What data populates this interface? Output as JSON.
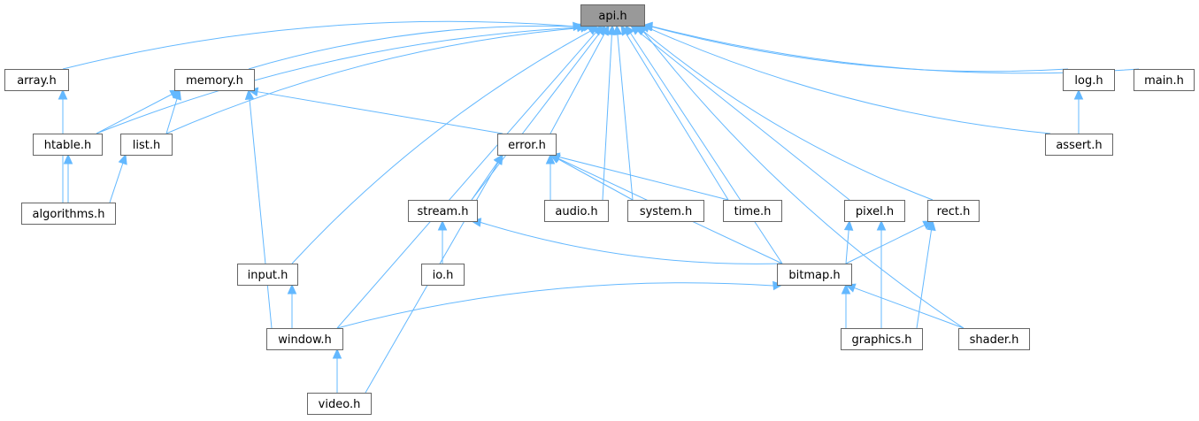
{
  "diagram": {
    "colors": {
      "edge": "#63b8ff",
      "node_border": "#666666",
      "root_fill": "#999999",
      "node_fill": "#ffffff",
      "text": "#000000"
    },
    "root": "api",
    "nodes": [
      {
        "id": "api",
        "label": "api.h"
      },
      {
        "id": "array",
        "label": "array.h"
      },
      {
        "id": "memory",
        "label": "memory.h"
      },
      {
        "id": "log",
        "label": "log.h"
      },
      {
        "id": "main",
        "label": "main.h"
      },
      {
        "id": "htable",
        "label": "htable.h"
      },
      {
        "id": "list",
        "label": "list.h"
      },
      {
        "id": "error",
        "label": "error.h"
      },
      {
        "id": "assert",
        "label": "assert.h"
      },
      {
        "id": "algorithms",
        "label": "algorithms.h"
      },
      {
        "id": "stream",
        "label": "stream.h"
      },
      {
        "id": "audio",
        "label": "audio.h"
      },
      {
        "id": "system",
        "label": "system.h"
      },
      {
        "id": "time",
        "label": "time.h"
      },
      {
        "id": "pixel",
        "label": "pixel.h"
      },
      {
        "id": "rect",
        "label": "rect.h"
      },
      {
        "id": "input",
        "label": "input.h"
      },
      {
        "id": "io",
        "label": "io.h"
      },
      {
        "id": "bitmap",
        "label": "bitmap.h"
      },
      {
        "id": "window",
        "label": "window.h"
      },
      {
        "id": "graphics",
        "label": "graphics.h"
      },
      {
        "id": "shader",
        "label": "shader.h"
      },
      {
        "id": "video",
        "label": "video.h"
      }
    ],
    "edges": [
      {
        "from": "array",
        "to": "api"
      },
      {
        "from": "htable",
        "to": "api"
      },
      {
        "from": "list",
        "to": "api"
      },
      {
        "from": "memory",
        "to": "api"
      },
      {
        "from": "input",
        "to": "api"
      },
      {
        "from": "window",
        "to": "api"
      },
      {
        "from": "stream",
        "to": "api"
      },
      {
        "from": "error",
        "to": "api"
      },
      {
        "from": "audio",
        "to": "api"
      },
      {
        "from": "system",
        "to": "api"
      },
      {
        "from": "time",
        "to": "api"
      },
      {
        "from": "bitmap",
        "to": "api"
      },
      {
        "from": "pixel",
        "to": "api"
      },
      {
        "from": "rect",
        "to": "api"
      },
      {
        "from": "shader",
        "to": "api"
      },
      {
        "from": "assert",
        "to": "api"
      },
      {
        "from": "log",
        "to": "api"
      },
      {
        "from": "main",
        "to": "api"
      },
      {
        "from": "htable",
        "to": "array"
      },
      {
        "from": "algorithms",
        "to": "array"
      },
      {
        "from": "htable",
        "to": "memory"
      },
      {
        "from": "list",
        "to": "memory"
      },
      {
        "from": "window",
        "to": "memory"
      },
      {
        "from": "error",
        "to": "memory"
      },
      {
        "from": "algorithms",
        "to": "htable"
      },
      {
        "from": "algorithms",
        "to": "list"
      },
      {
        "from": "assert",
        "to": "log"
      },
      {
        "from": "stream",
        "to": "error"
      },
      {
        "from": "audio",
        "to": "error"
      },
      {
        "from": "system",
        "to": "error"
      },
      {
        "from": "time",
        "to": "error"
      },
      {
        "from": "bitmap",
        "to": "error"
      },
      {
        "from": "video",
        "to": "error"
      },
      {
        "from": "io",
        "to": "stream"
      },
      {
        "from": "bitmap",
        "to": "stream"
      },
      {
        "from": "bitmap",
        "to": "pixel"
      },
      {
        "from": "graphics",
        "to": "pixel"
      },
      {
        "from": "bitmap",
        "to": "rect"
      },
      {
        "from": "graphics",
        "to": "rect"
      },
      {
        "from": "window",
        "to": "input"
      },
      {
        "from": "window",
        "to": "bitmap"
      },
      {
        "from": "graphics",
        "to": "bitmap"
      },
      {
        "from": "shader",
        "to": "bitmap"
      },
      {
        "from": "video",
        "to": "window"
      }
    ]
  }
}
